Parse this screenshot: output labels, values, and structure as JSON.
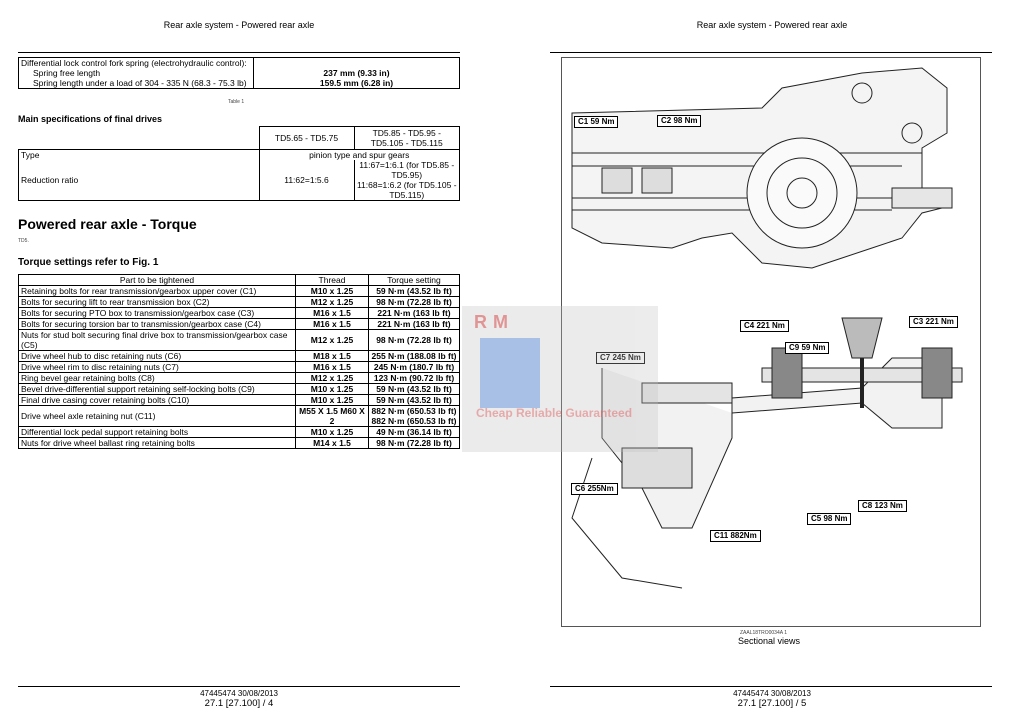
{
  "left_page": {
    "header": "Rear axle system - Powered rear axle",
    "spring_table": {
      "title": "Differential lock control fork spring (electrohydraulic control):",
      "rows": [
        {
          "label": "Spring free length",
          "value": "237 mm (9.33 in)"
        },
        {
          "label": "Spring length under a load of 304 - 335 N (68.3 - 75.3 lb)",
          "value": "159.5 mm (6.28 in)"
        }
      ],
      "caption": "Table 1"
    },
    "final_drives": {
      "heading": "Main specifications of final drives",
      "col1": "TD5.65 - TD5.75",
      "col2": "TD5.85 - TD5.95 - TD5.105 - TD5.115",
      "type_label": "Type",
      "type_value": "pinion type and spur gears",
      "ratio_label": "Reduction ratio",
      "ratio_col1": "11:62=1:5.6",
      "ratio_col2a": "11:67=1:6.1 (for TD5.85 - TD5.95)",
      "ratio_col2b": "11:68=1:6.2 (for TD5.105 - TD5.115)"
    },
    "title": "Powered rear axle - Torque",
    "subtitle": "TD5.",
    "torque_heading": "Torque settings refer to Fig. 1",
    "torque_table": {
      "headers": [
        "Part to be tightened",
        "Thread",
        "Torque setting"
      ],
      "rows": [
        [
          "Retaining bolts for rear transmission/gearbox upper cover (C1)",
          "M10 x 1.25",
          "59 N·m (43.52 lb ft)"
        ],
        [
          "Bolts for securing lift to rear transmission box (C2)",
          "M12 x 1.25",
          "98 N·m (72.28 lb ft)"
        ],
        [
          "Bolts for securing PTO box to transmission/gearbox case (C3)",
          "M16 x 1.5",
          "221 N·m (163 lb ft)"
        ],
        [
          "Bolts for securing torsion bar to transmission/gearbox case (C4)",
          "M16 x 1.5",
          "221 N·m (163 lb ft)"
        ],
        [
          "Nuts for stud bolt securing final drive box to transmission/gearbox case (C5)",
          "M12 x 1.25",
          "98 N·m (72.28 lb ft)"
        ],
        [
          "Drive wheel hub to disc retaining nuts (C6)",
          "M18 x 1.5",
          "255 N·m (188.08 lb ft)"
        ],
        [
          "Drive wheel rim to disc retaining nuts (C7)",
          "M16 x 1.5",
          "245 N·m (180.7 lb ft)"
        ],
        [
          "Ring bevel gear retaining bolts (C8)",
          "M12 x 1.25",
          "123 N·m (90.72 lb ft)"
        ],
        [
          "Bevel drive-differential support retaining self-locking bolts (C9)",
          "M10 x 1.25",
          "59 N·m (43.52 lb ft)"
        ],
        [
          "Final drive casing cover retaining bolts (C10)",
          "M10 x 1.25",
          "59 N·m (43.52 lb ft)"
        ],
        [
          "Drive wheel axle retaining nut (C11)",
          "M55 X 1.5 M60 X 2",
          "882 N·m (650.53 lb ft) 882 N·m (650.53 lb ft)"
        ],
        [
          "Differential lock pedal support retaining bolts",
          "M10 x 1.25",
          "49 N·m (36.14 lb ft)"
        ],
        [
          "Nuts for drive wheel ballast ring retaining bolts",
          "M14 x 1.5",
          "98 N·m (72.28 lb ft)"
        ]
      ]
    },
    "footer_code": "47445474 30/08/2013",
    "footer_page": "27.1 [27.100] / 4"
  },
  "right_page": {
    "header": "Rear axle system - Powered rear axle",
    "labels": [
      "C1 59 Nm",
      "C2 98 Nm",
      "C4 221 Nm",
      "C3 221 Nm",
      "C9 59 Nm",
      "C7 245 Nm",
      "C6 255Nm",
      "C11 882Nm",
      "C5 98 Nm",
      "C8 123 Nm"
    ],
    "fig_code": "ZAAL18TRO0034A 1",
    "caption": "Sectional views",
    "footer_code": "47445474 30/08/2013",
    "footer_page": "27.1 [27.100] / 5"
  },
  "watermark": {
    "text1": "RM",
    "text2": "Cheap Reliable Guaranteed"
  }
}
